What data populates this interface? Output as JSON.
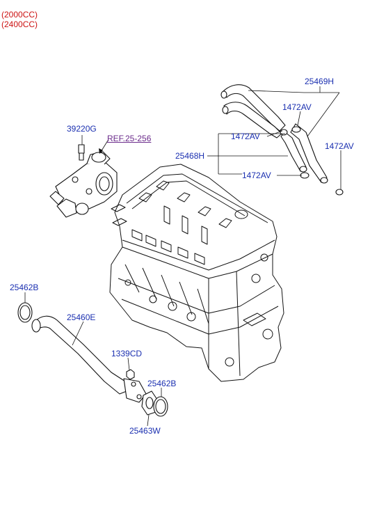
{
  "variants": [
    "(2000CC)",
    "(2400CC)"
  ],
  "labels": {
    "p39220G": "39220G",
    "ref": "REF.25-256",
    "p25469H": "25469H",
    "p1472AV_a": "1472AV",
    "p1472AV_b": "1472AV",
    "p1472AV_c": "1472AV",
    "p1472AV_d": "1472AV",
    "p25468H": "25468H",
    "p25462B_a": "25462B",
    "p25460E": "25460E",
    "p1339CD": "1339CD",
    "p25462B_b": "25462B",
    "p25463W": "25463W"
  },
  "colors": {
    "label": "#1a2fb0",
    "variant": "#cc1111",
    "ref": "#6a2a8a",
    "line": "#111111"
  }
}
